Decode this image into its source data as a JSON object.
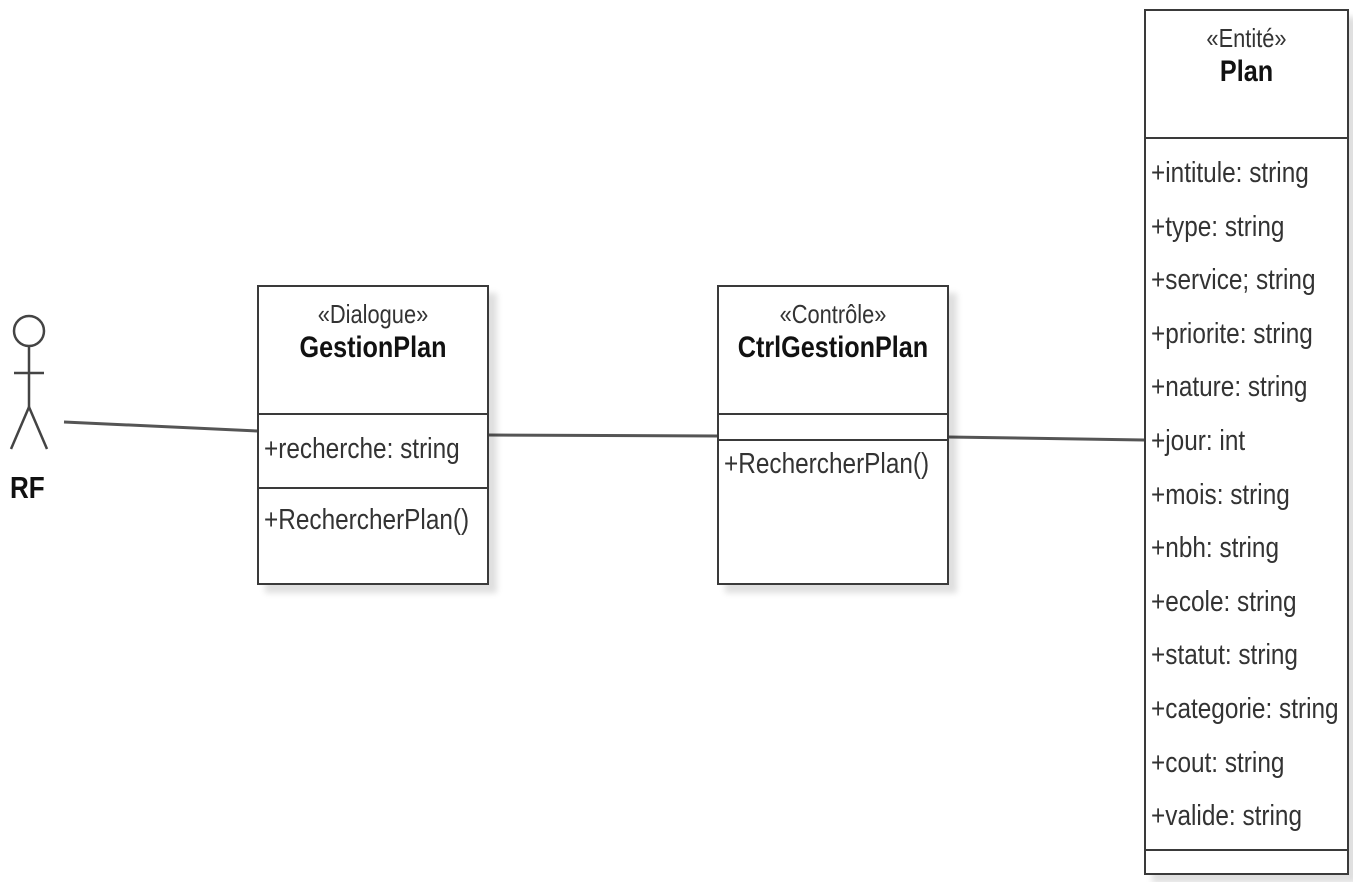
{
  "actor": {
    "name": "RF"
  },
  "dialogue": {
    "stereotype": "«Dialogue»",
    "name": "GestionPlan",
    "attributes": [
      "+recherche: string"
    ],
    "operations": [
      "+RechercherPlan()"
    ]
  },
  "control": {
    "stereotype": "«Contrôle»",
    "name": "CtrlGestionPlan",
    "attributes": [],
    "operations": [
      "+RechercherPlan()"
    ]
  },
  "entity": {
    "stereotype": "«Entité»",
    "name": "Plan",
    "attributes": [
      "+intitule: string",
      "+type: string",
      "+service; string",
      "+priorite: string",
      "+nature: string",
      "+jour: int",
      "+mois: string",
      "+nbh: string",
      "+ecole: string",
      "+statut: string",
      "+categorie: string",
      "+cout: string",
      "+valide: string"
    ],
    "operations": []
  }
}
